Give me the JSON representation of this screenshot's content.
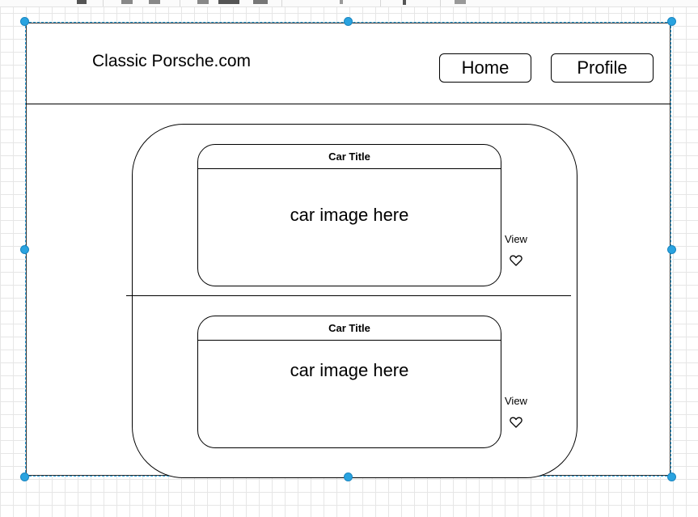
{
  "header": {
    "site_title": "Classic Porsche.com",
    "nav": {
      "home": "Home",
      "profile": "Profile"
    }
  },
  "listings": [
    {
      "title": "Car Title",
      "image_placeholder": "car image here",
      "view_label": "View",
      "favorite_icon": "heart-icon"
    },
    {
      "title": "Car Title",
      "image_placeholder": "car image here",
      "view_label": "View",
      "favorite_icon": "heart-icon"
    }
  ],
  "colors": {
    "selection_accent": "#29a3e0",
    "stroke": "#000000"
  }
}
